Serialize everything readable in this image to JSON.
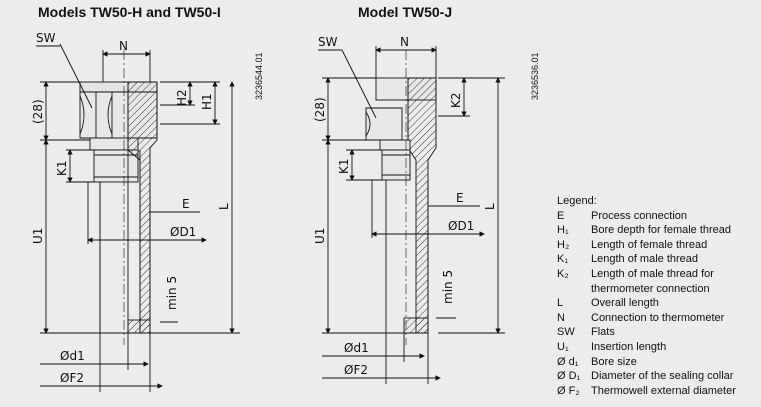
{
  "titles": {
    "left": "Models TW50-H and TW50-I",
    "right": "Model TW50-J"
  },
  "doc_numbers": {
    "left": "3236544.01",
    "right": "3236536.01"
  },
  "labels": {
    "sw": "SW",
    "n": "N",
    "h2": "H2",
    "h1": "H1",
    "k2": "K2",
    "k1": "K1",
    "l": "L",
    "e": "E",
    "u1": "U1",
    "d1_upper": "ØD1",
    "min5": "min 5",
    "d1_lower": "Ød1",
    "f2": "ØF2",
    "dim28": "(28)"
  },
  "legend": {
    "heading": "Legend:",
    "items": [
      {
        "symbol": "E",
        "text": "Process connection"
      },
      {
        "symbol": "H₁",
        "text": "Bore depth for female thread"
      },
      {
        "symbol": "H₂",
        "text": "Length of female thread"
      },
      {
        "symbol": "K₁",
        "text": "Length of male thread"
      },
      {
        "symbol": "K₂",
        "text": "Length of male thread for thermometer connection"
      },
      {
        "symbol": "L",
        "text": "Overall length"
      },
      {
        "symbol": "N",
        "text": "Connection to thermometer"
      },
      {
        "symbol": "SW",
        "text": "Flats"
      },
      {
        "symbol": "U₁",
        "text": "Insertion length"
      },
      {
        "symbol": "Ø d₁",
        "text": "Bore size"
      },
      {
        "symbol": "Ø D₁",
        "text": "Diameter of the sealing collar"
      },
      {
        "symbol": "Ø F₂",
        "text": "Thermowell external diameter"
      }
    ]
  }
}
